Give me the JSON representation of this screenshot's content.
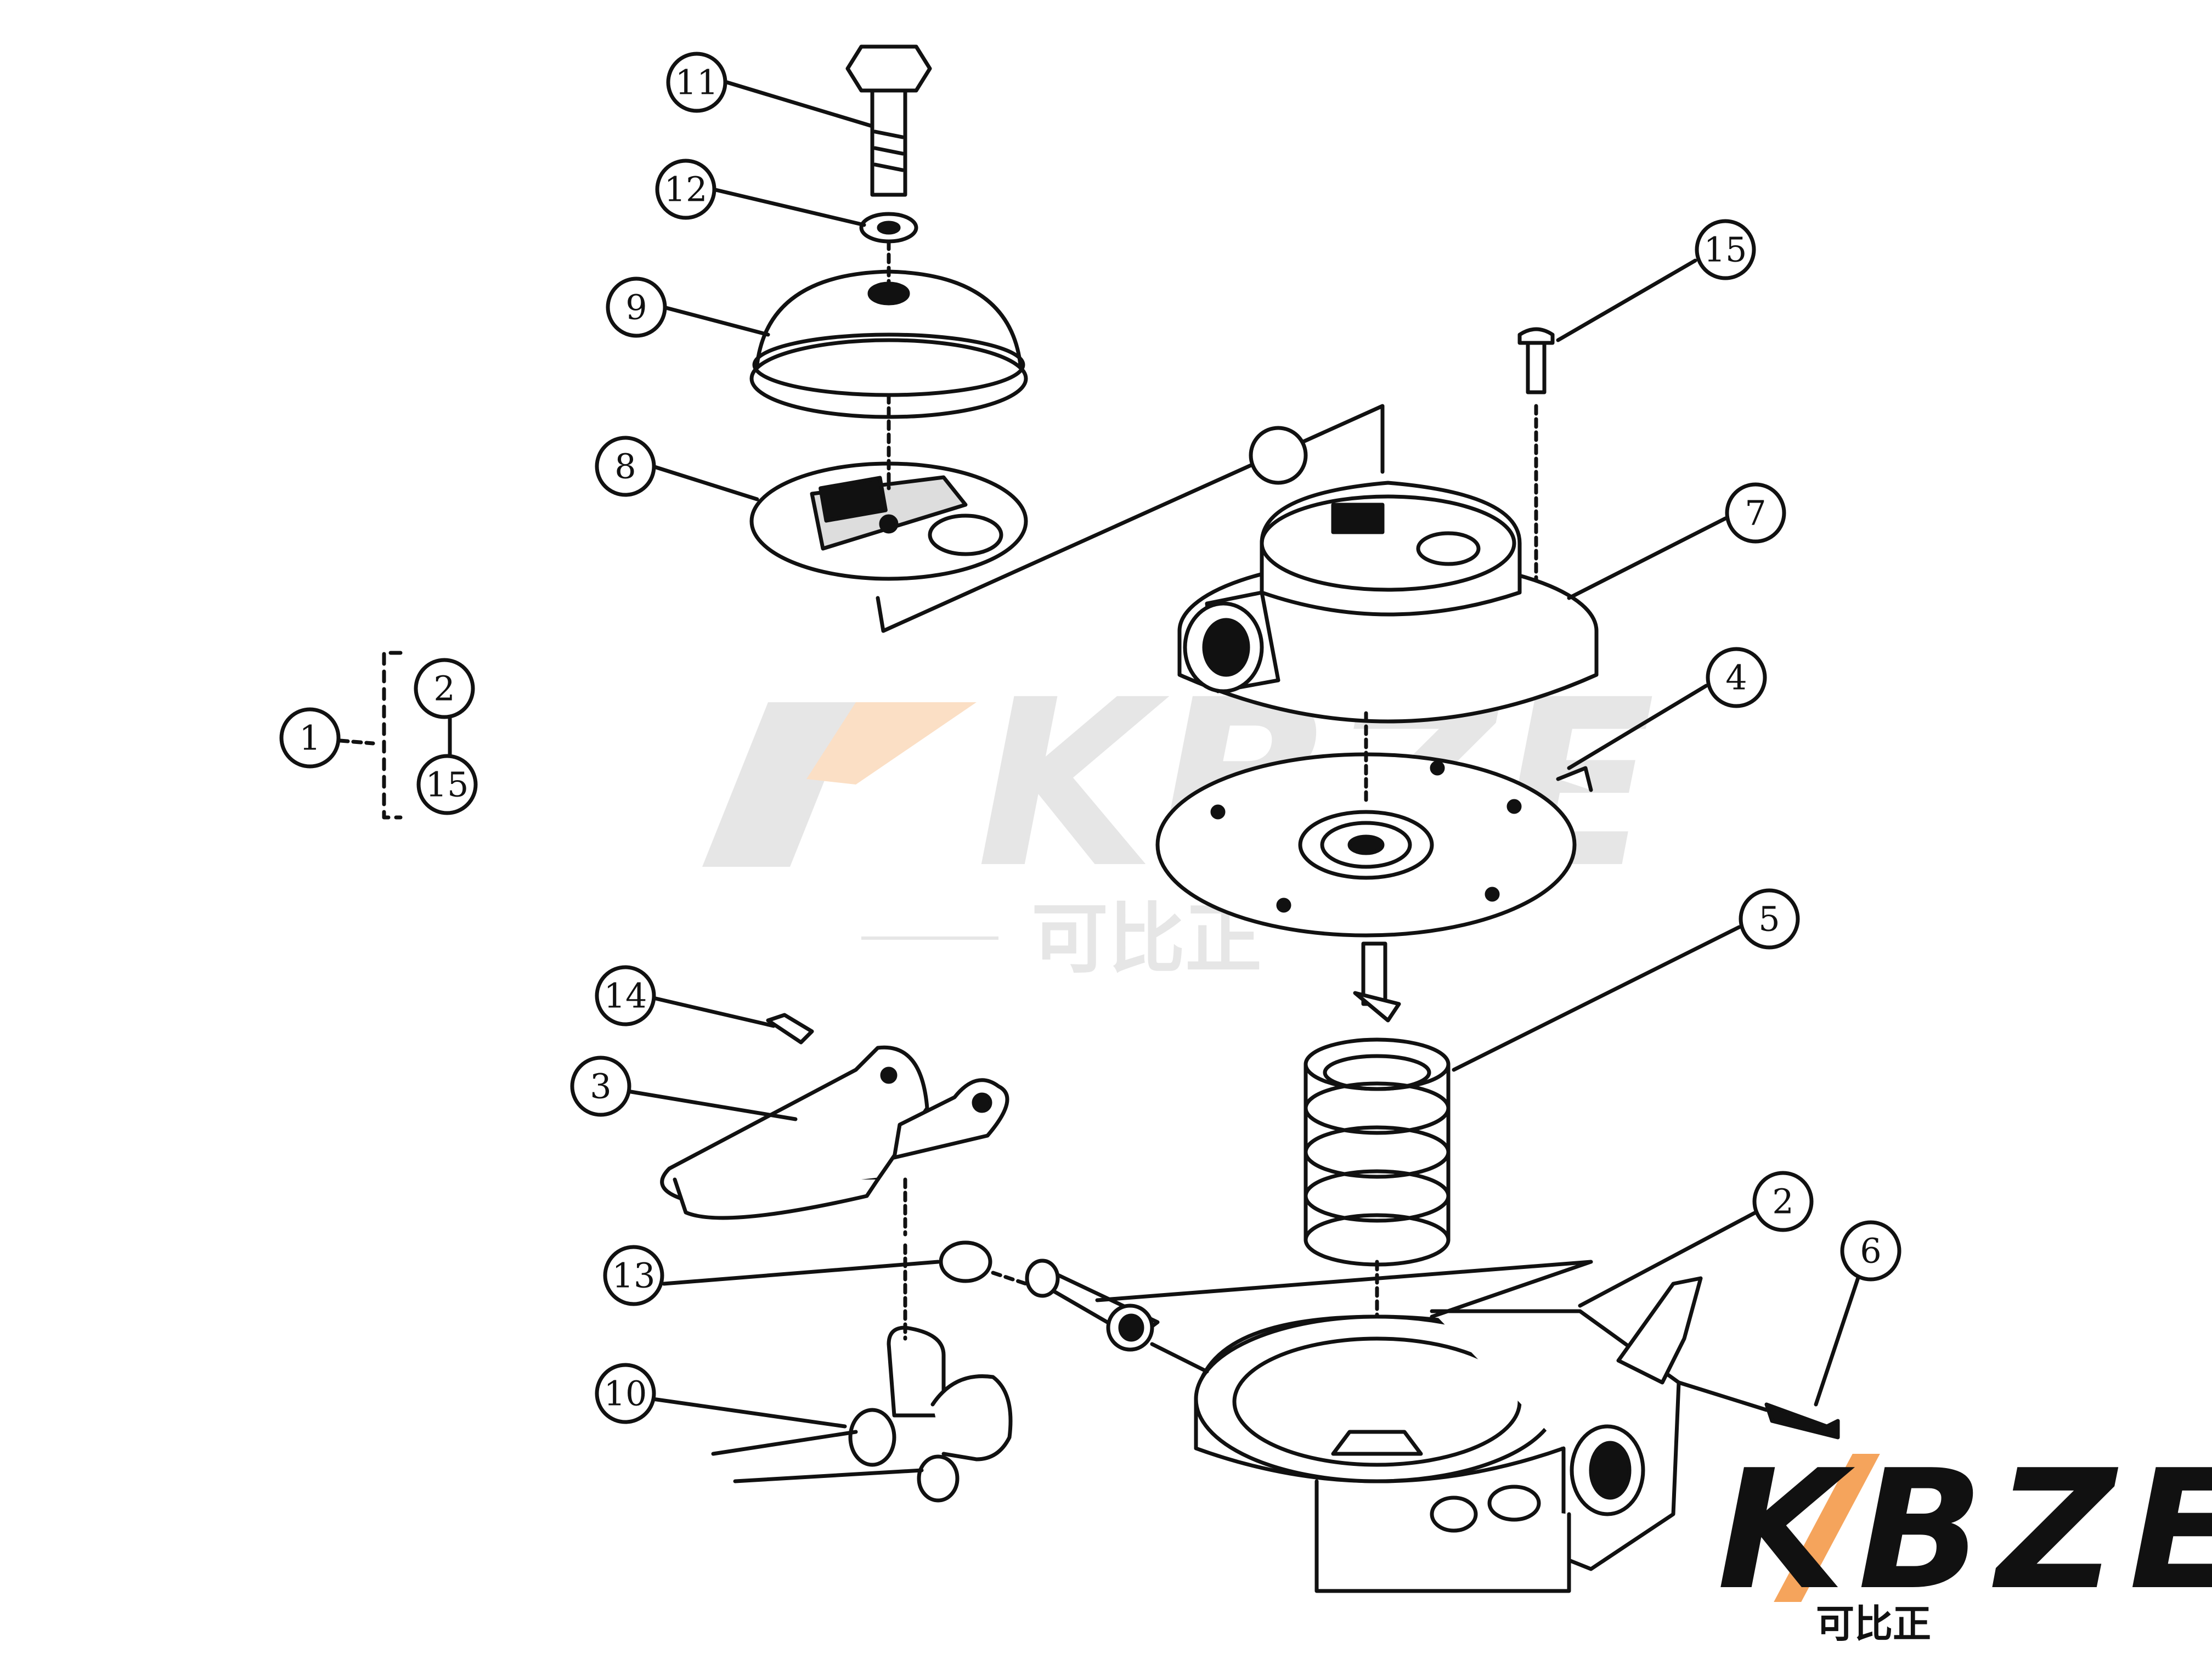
{
  "watermark": {
    "brand": "KBZE",
    "subtitle": "可比正"
  },
  "logo": {
    "brand": "KBZE",
    "subtitle": "可比正",
    "accent_color": "#f5a45c"
  },
  "callouts": {
    "c11": "11",
    "c12": "12",
    "c9": "9",
    "c8": "8",
    "c15a": "15",
    "c7": "7",
    "c4": "4",
    "c5": "5",
    "c14": "14",
    "c3": "3",
    "c2": "2",
    "c13": "13",
    "c6": "6",
    "c10": "10",
    "c1": "1",
    "c2b": "2",
    "c15b": "15"
  },
  "colors": {
    "line": "#111111",
    "watermark": "#9a9a9a"
  }
}
